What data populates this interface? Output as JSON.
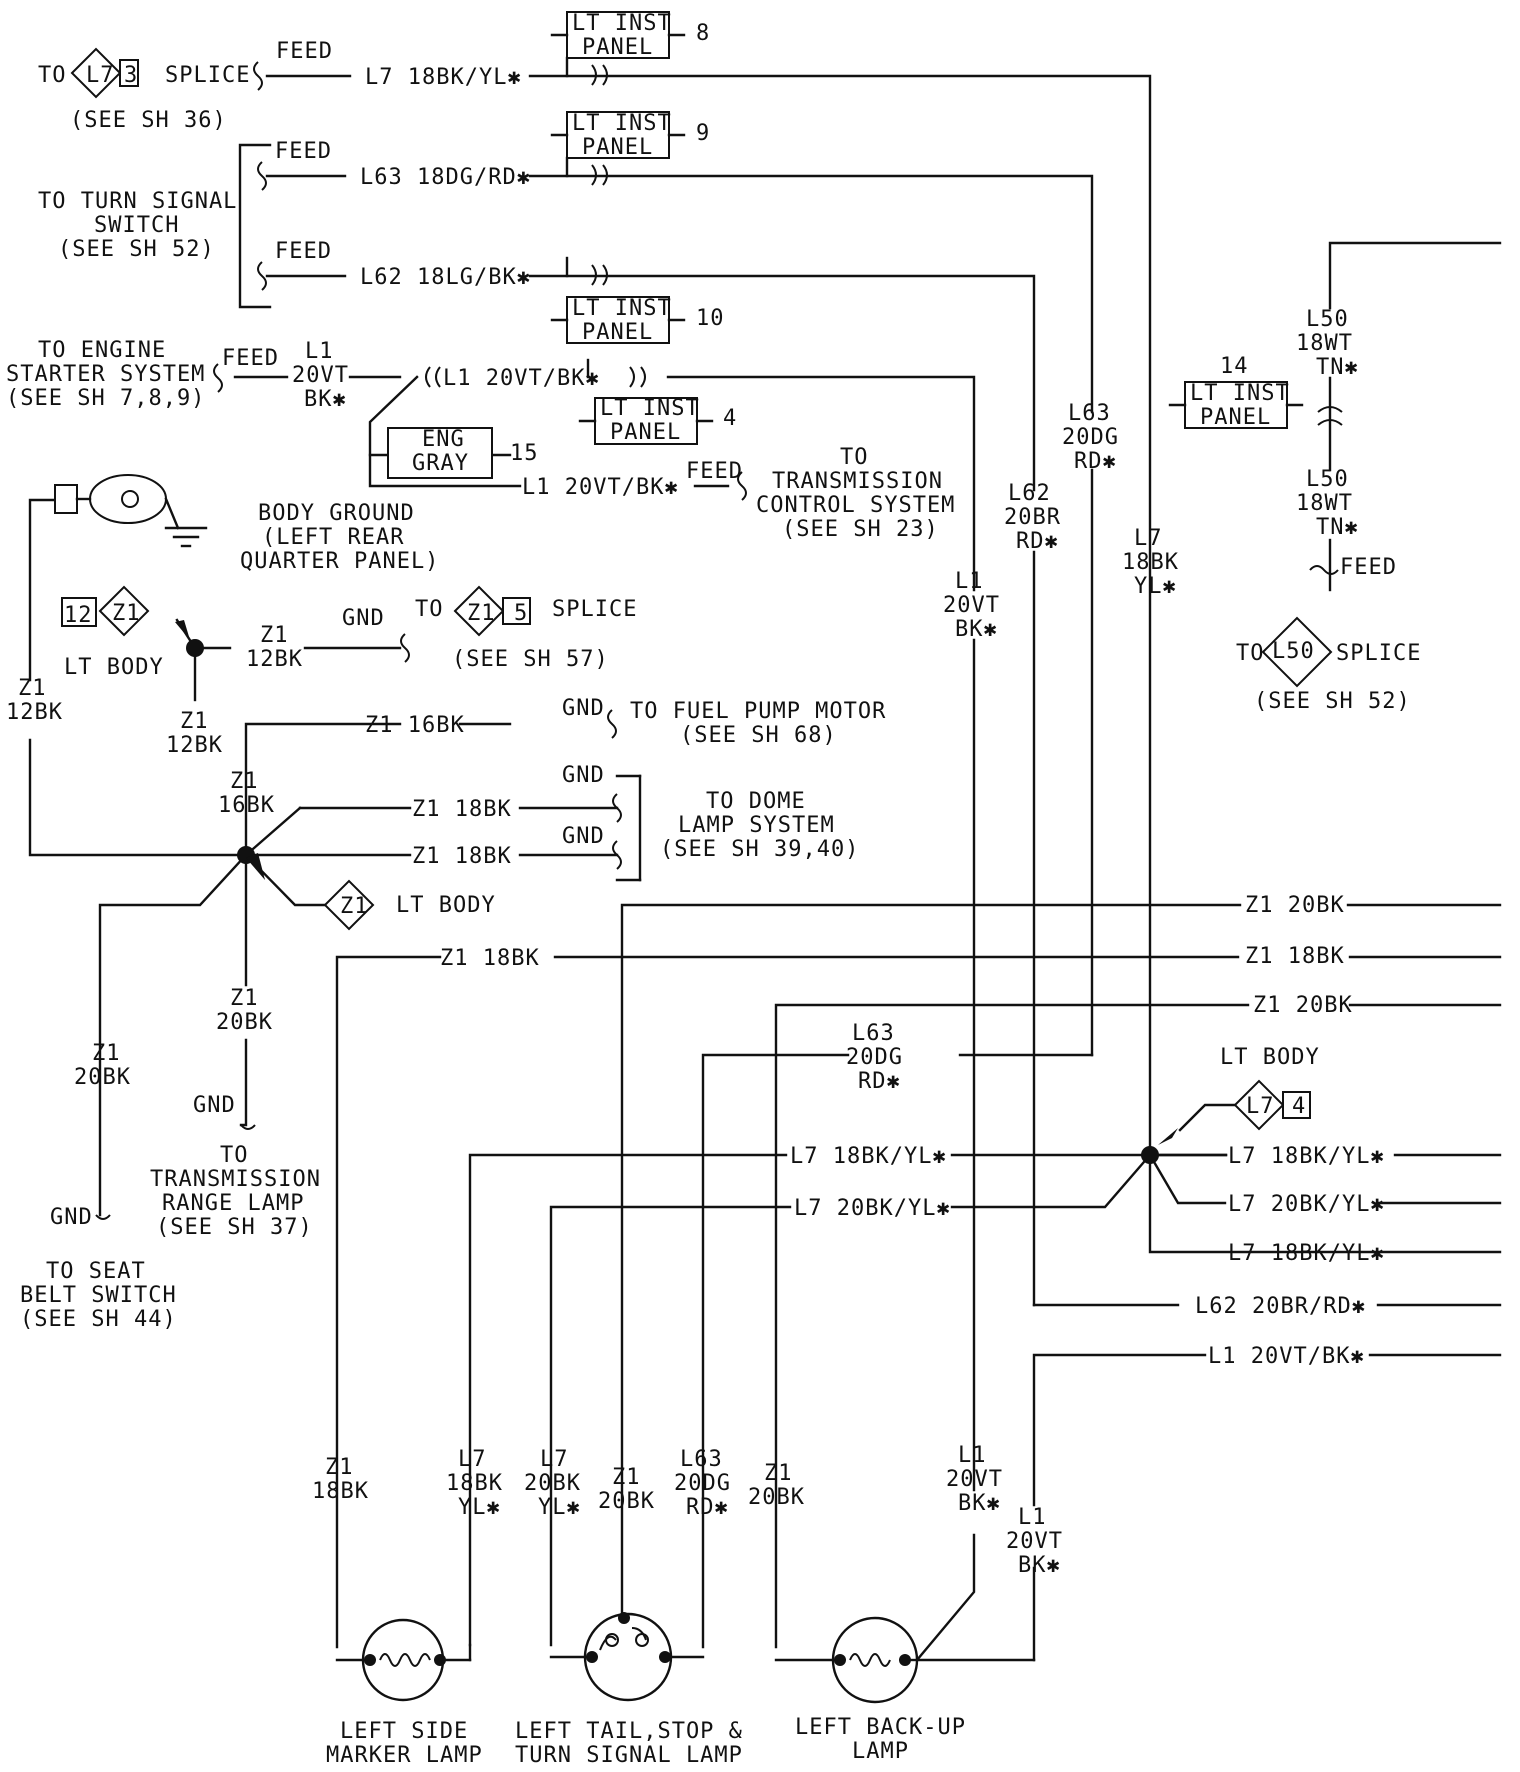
{
  "connectors": {
    "lt_inst_panel": "LT INST",
    "lt_inst_panel_2": "PANEL",
    "pin_8": "8",
    "pin_9": "9",
    "pin_10": "10",
    "pin_4": "4",
    "pin_14": "14",
    "eng": "ENG",
    "gray": "GRAY",
    "pin_15": "15"
  },
  "labels": {
    "to": "TO",
    "l7": "L7",
    "pin3": "3",
    "splice": "SPLICE",
    "see_sh_36": "(SEE SH 36)",
    "feed": "FEED",
    "gnd": "GND",
    "to_turn_signal": "TO TURN SIGNAL",
    "switch": "SWITCH",
    "see_sh_52": "(SEE SH 52)",
    "to_engine": "TO ENGINE",
    "starter_system": "STARTER SYSTEM",
    "see_sh_789": "(SEE SH 7,8,9)",
    "to_transmission": "TO",
    "transmission": "TRANSMISSION",
    "control_system": "CONTROL SYSTEM",
    "see_sh_23": "(SEE SH 23)",
    "body_ground": "BODY GROUND",
    "left_rear": "(LEFT REAR",
    "quarter_panel": "QUARTER PANEL)",
    "z1": "Z1",
    "pin12": "12",
    "pin5": "5",
    "pin4": "4",
    "l50": "L50",
    "lt_body": "LT BODY",
    "see_sh_57": "(SEE SH 57)",
    "to_fuel_pump": "TO FUEL PUMP MOTOR",
    "see_sh_68": "(SEE SH 68)",
    "to_dome": "TO DOME",
    "lamp_system": "LAMP SYSTEM",
    "see_sh_3940": "(SEE SH 39,40)",
    "to_seat": "TO SEAT",
    "belt_switch": "BELT SWITCH",
    "see_sh_44": "(SEE SH 44)",
    "range_lamp": "RANGE LAMP",
    "see_sh_37": "(SEE SH 37)"
  },
  "wires": {
    "l7_18bk_yl": "L7 18BK/YL✱",
    "l63_18dg_rd": "L63 18DG/RD✱",
    "l62_18lg_bk": "L62 18LG/BK✱",
    "l1_20vt_bk": "L1 20VT/BK✱",
    "l1": "L1",
    "20vt": "20VT",
    "bk": "BK✱",
    "l63": "L63",
    "20dg": "20DG",
    "rd": "RD✱",
    "l62": "L62",
    "20br": "20BR",
    "l7": "L7",
    "18bk": "18BK",
    "yl": "YL✱",
    "l50": "L50",
    "18wt": "18WT",
    "tn": "TN✱",
    "z1": "Z1",
    "12bk": "12BK",
    "16bk": "16BK",
    "20bk": "20BK",
    "z1_16bk": "Z1 16BK",
    "z1_18bk": "Z1 18BK",
    "z1_20bk": "Z1 20BK",
    "l7_20bk_yl": "L7 20BK/YL✱",
    "l62_20br_rd": "L62 20BR/RD✱",
    "20bk_wire": "20BK",
    "18bk_wire": "18BK"
  },
  "lamps": {
    "side_marker_1": "LEFT SIDE",
    "side_marker_2": "MARKER LAMP",
    "tail_1": "LEFT TAIL,STOP &",
    "tail_2": "TURN SIGNAL LAMP",
    "backup_1": "LEFT BACK-UP",
    "backup_2": "LAMP"
  }
}
